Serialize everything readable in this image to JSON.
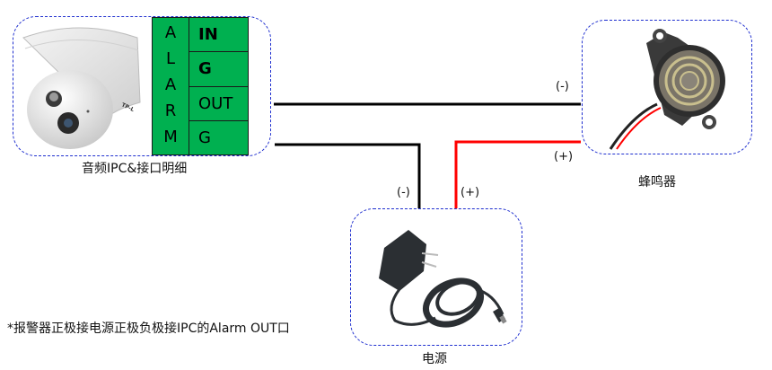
{
  "ipc": {
    "caption": "音频IPC&接口明细",
    "brand_mark": "TP-L",
    "alarm_letters": [
      "A",
      "L",
      "A",
      "R",
      "M"
    ],
    "pins": [
      {
        "label": "IN",
        "bold": true
      },
      {
        "label": "G",
        "bold": true
      },
      {
        "label": "OUT",
        "bold": false
      },
      {
        "label": "G",
        "bold": false
      }
    ]
  },
  "buzzer": {
    "caption": "蜂鸣器"
  },
  "power": {
    "caption": "电源"
  },
  "wire_labels": {
    "buzzer_negative": "(-)",
    "buzzer_positive": "(+)",
    "power_negative": "(-)",
    "power_positive": "(+)"
  },
  "colors": {
    "alarm_green": "#00b050",
    "wire_black": "#000000",
    "wire_red": "#ff0000",
    "dashed_border": "#1f2fcf"
  },
  "note": "*报警器正极接电源正极负极接IPC的Alarm OUT口"
}
